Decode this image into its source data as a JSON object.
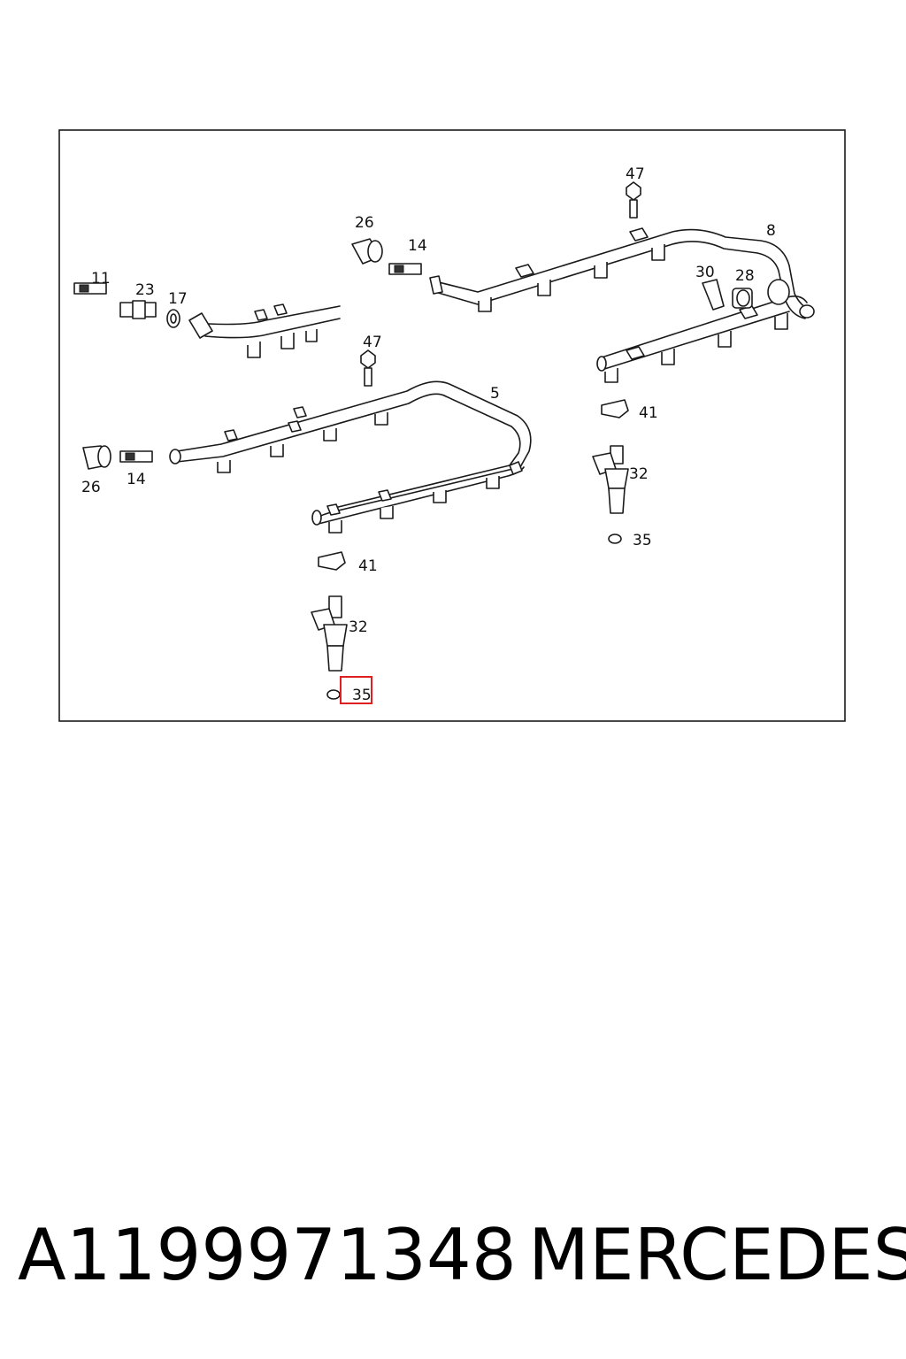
{
  "diagram": {
    "callouts": {
      "c47_top": "47",
      "c8": "8",
      "c26_top": "26",
      "c14_top": "14",
      "c11": "11",
      "c23": "23",
      "c17": "17",
      "c30": "30",
      "c28": "28",
      "c47_mid": "47",
      "c5": "5",
      "c41_right": "41",
      "c26_left": "26",
      "c14_left": "14",
      "c32_right": "32",
      "c35_right": "35",
      "c41_left": "41",
      "c32_left": "32",
      "c35_highlighted": "35"
    },
    "highlight_color": "#e02020"
  },
  "footer": {
    "part_number": "A1199971348",
    "brand": "MERCEDES"
  }
}
